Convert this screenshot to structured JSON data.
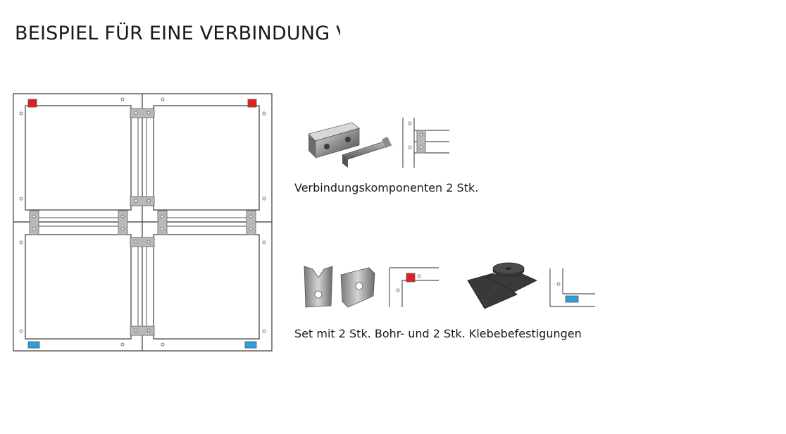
{
  "title": "BEISPIEL FÜR EINE VERBINDUNG V",
  "items": [
    {
      "caption": "Verbindungskomponenten 2 Stk.",
      "icons": [
        "connector-bracket-photo",
        "connector-detail-diagram"
      ]
    },
    {
      "caption": "Set mit 2 Stk. Bohr- und 2 Stk. Klebebefestigungen",
      "icons": [
        "drill-fixing-photo",
        "drill-fixing-detail-diagram",
        "adhesive-pad-photo",
        "adhesive-fixing-detail-diagram"
      ]
    }
  ],
  "colors": {
    "drill_fixing": "#e02020",
    "adhesive_fixing": "#2aa0dc",
    "connector": "#b8b8b8",
    "frame_line": "#555555"
  }
}
